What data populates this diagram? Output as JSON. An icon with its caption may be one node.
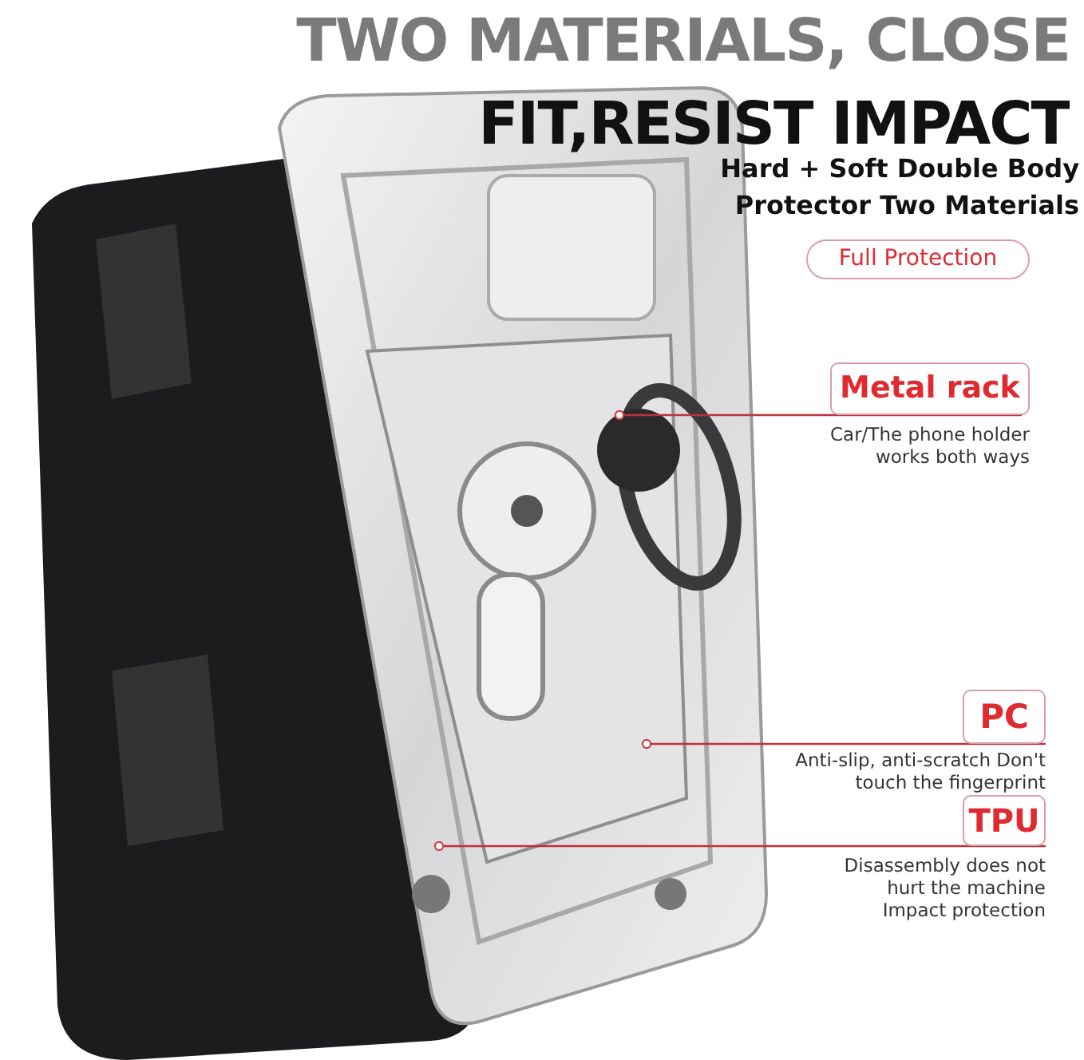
{
  "diagram": {
    "title": "TWO MATERIALS, CLOSE FIT,RESIST IMPACT",
    "nodes": [
      {
        "text": [
          "Full Protection"
        ]
      },
      {
        "text": [
          "Metal rack"
        ],
        "beside": [
          "Car/The phone holder works both ways"
        ]
      },
      {
        "text": [
          "PC"
        ],
        "beside": [
          "Anti-slip, anti-scratch Don't touch the fingerprint"
        ]
      },
      {
        "text": [
          "TPU"
        ],
        "beside": [
          "Disassembly does not hurt the machine Impact protection"
        ]
      }
    ],
    "edges": [
      {
        "from": 1,
        "to": null,
        "arrow": "other"
      },
      {
        "from": 2,
        "to": null,
        "arrow": "other"
      },
      {
        "from": 3,
        "to": null,
        "arrow": "other"
      }
    ],
    "labels": [
      "Hard + Soft Double Body Protector Two Materials"
    ]
  }
}
